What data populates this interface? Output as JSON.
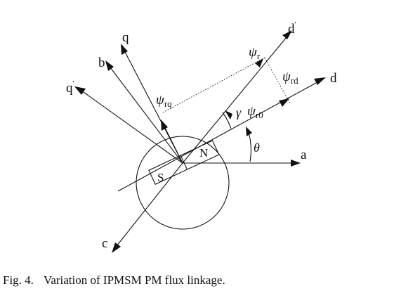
{
  "axis_labels": {
    "d_prime": "d",
    "d_prime_mark": "'",
    "d": "d",
    "q": "q",
    "q_prime": "q",
    "q_prime_mark": "'",
    "a": "a",
    "b": "b",
    "c": "c"
  },
  "magnet_labels": {
    "north": "N",
    "south": "S"
  },
  "symbols": {
    "psi": "ψ",
    "r": "r",
    "rq": "rq",
    "rd": "rd",
    "r0": "r0",
    "gamma": "γ",
    "theta": "θ"
  },
  "caption": {
    "number": "Fig. 4.",
    "text": "Variation of IPMSM PM flux linkage."
  }
}
